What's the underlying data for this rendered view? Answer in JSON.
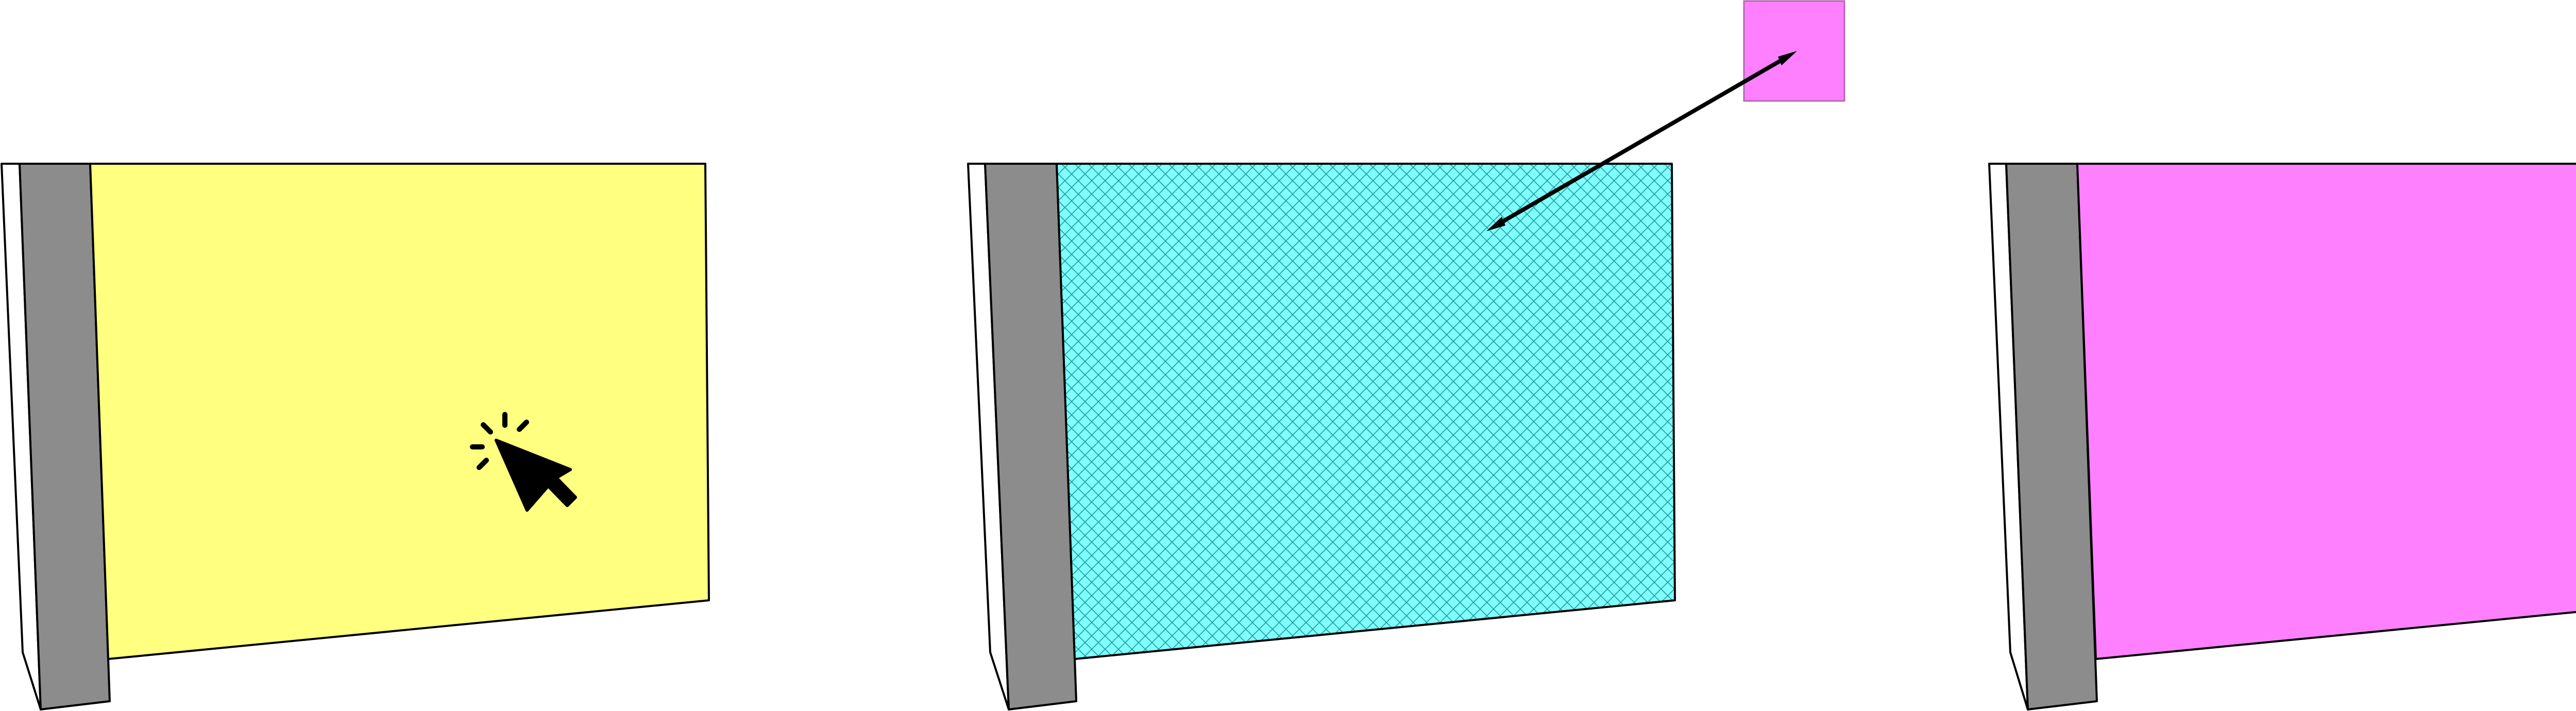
{
  "colors": {
    "yellow": "#ffff80",
    "cyan": "#80ffff",
    "magenta": "#ff80ff",
    "gray": "#8c8c8c",
    "outline": "#000000",
    "hatch": "#1f9a9a",
    "swatch_border": "#b06ab0"
  },
  "panels": [
    {
      "id": "yellow-panel",
      "fill": "yellow",
      "pattern": "solid"
    },
    {
      "id": "cyan-panel",
      "fill": "cyan",
      "pattern": "crosshatch"
    },
    {
      "id": "magenta-panel",
      "fill": "magenta",
      "pattern": "solid"
    }
  ],
  "icons": {
    "cursor": "click-cursor-icon",
    "arrow": "double-headed-arrow-icon",
    "swatch": "magenta-color-swatch"
  }
}
